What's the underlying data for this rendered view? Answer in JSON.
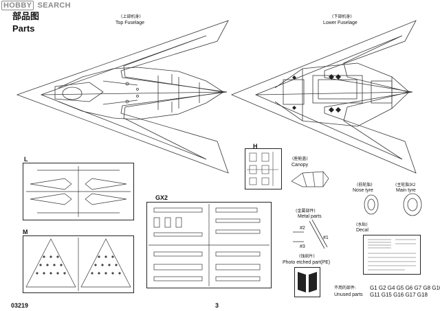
{
  "watermark": {
    "brand": "HOBBY",
    "rest": " SEARCH"
  },
  "header": {
    "title_cn": "部品图",
    "title_en": "Parts"
  },
  "top_fuselage": {
    "label_cn": "(上部机身)",
    "label_en": "Top Fuselage"
  },
  "lower_fuselage": {
    "label_cn": "(下部机身)",
    "label_en": "Lower Fuselage"
  },
  "sprues": {
    "h": "H",
    "l": "L",
    "m": "M",
    "gx2": "GX2"
  },
  "canopy": {
    "label_cn": "(座舱盖)",
    "label_en": "Canopy",
    "part2": "#2",
    "part3": "#3"
  },
  "nose_tyre": {
    "label_cn": "(前轮胎)",
    "label_en": "Nose tyre"
  },
  "main_tyre": {
    "label_cn": "(主轮胎)",
    "label_en": "Main tyre",
    "qty": "X2"
  },
  "metal_parts": {
    "label_cn": "(金属部件)",
    "label_en": "Metal parts",
    "part1": "#1"
  },
  "decal": {
    "label_cn": "(水贴)",
    "label_en": "Decal"
  },
  "photo_etched": {
    "label_cn": "(蚀刻片)",
    "label_en": "Photo etched part(PE)"
  },
  "unused": {
    "label_cn": "不用的部件:",
    "label_en": "Unused parts",
    "row1": "G1 G2 G4 G5 G6 G7 G8 G10",
    "row2": "G11 G15 G16 G17 G18"
  },
  "footer": {
    "code": "03219",
    "page": "3"
  }
}
